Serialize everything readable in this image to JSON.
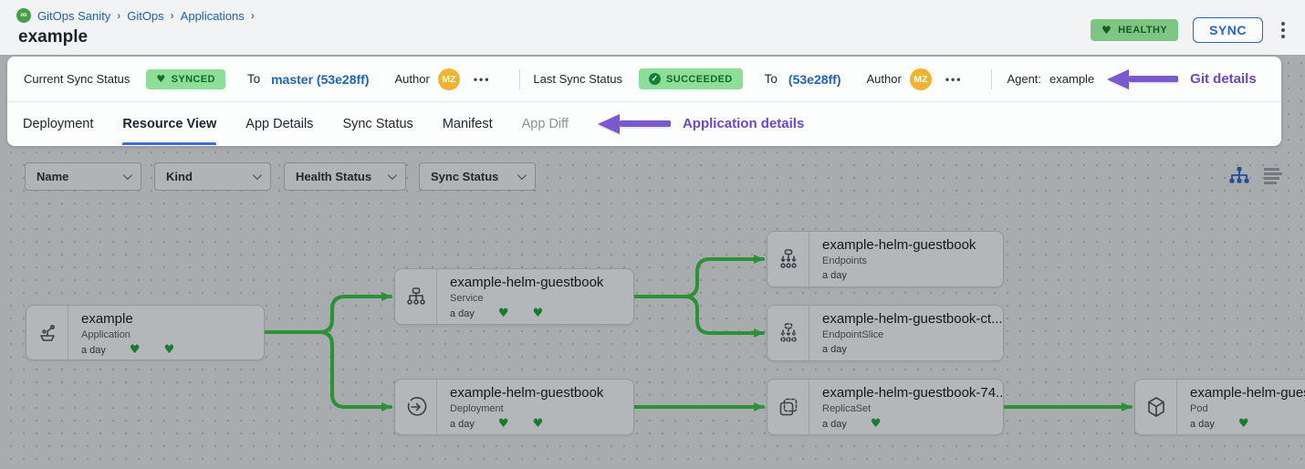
{
  "colors": {
    "link_blue": "#1d5fb5",
    "accent_blue": "#2a65c4",
    "tab_underline_blue": "#3d6fd2",
    "badge_green_bg": "#8edd98",
    "badge_green_text": "#0c6b26",
    "healthy_badge_bg": "#7cc582",
    "edge_green": "#2c9235",
    "heart_green": "#1a7a2e",
    "annotation_purple": "#6b47cf",
    "avatar_orange": "#f0b432",
    "canvas_gray": "#a9acae"
  },
  "breadcrumb": {
    "logo": "∞",
    "items": [
      {
        "label": "GitOps Sanity"
      },
      {
        "label": "GitOps"
      },
      {
        "label": "Applications"
      }
    ],
    "separator": "›"
  },
  "header": {
    "title": "example",
    "health_badge": "HEALTHY",
    "sync_button": "SYNC"
  },
  "status_bar": {
    "current": {
      "label": "Current Sync Status",
      "badge": "SYNCED",
      "to_label": "To",
      "target": "master (53e28ff)",
      "author_label": "Author",
      "author_initials": "MZ",
      "more": "•••"
    },
    "last": {
      "label": "Last Sync Status",
      "badge": "SUCCEEDED",
      "check": "✓",
      "to_label": "To",
      "target": "(53e28ff)",
      "author_label": "Author",
      "author_initials": "MZ",
      "more": "•••"
    },
    "agent_label": "Agent:",
    "agent_value": "example",
    "annotation": "Git details"
  },
  "tabs": {
    "items": [
      {
        "label": "Deployment",
        "active": false
      },
      {
        "label": "Resource View",
        "active": true
      },
      {
        "label": "App Details",
        "active": false
      },
      {
        "label": "Sync Status",
        "active": false
      },
      {
        "label": "Manifest",
        "active": false
      },
      {
        "label": "App Diff",
        "active": false,
        "muted": true
      }
    ],
    "annotation": "Application details"
  },
  "filters": {
    "dropdowns": [
      {
        "label": "Name"
      },
      {
        "label": "Kind"
      },
      {
        "label": "Health Status"
      },
      {
        "label": "Sync Status"
      }
    ],
    "view_toggles": [
      {
        "name": "tree-view",
        "active": true
      },
      {
        "name": "list-view",
        "active": false
      }
    ]
  },
  "graph": {
    "nodes": [
      {
        "title": "example",
        "kind": "Application",
        "age": "a day",
        "hearts": 2,
        "icon": "application-icon"
      },
      {
        "title": "example-helm-guestbook",
        "kind": "Service",
        "age": "a day",
        "hearts": 2,
        "icon": "service-icon"
      },
      {
        "title": "example-helm-guestbook",
        "kind": "Deployment",
        "age": "a day",
        "hearts": 2,
        "icon": "deployment-icon"
      },
      {
        "title": "example-helm-guestbook",
        "kind": "Endpoints",
        "age": "a day",
        "hearts": 0,
        "icon": "endpoints-icon"
      },
      {
        "title": "example-helm-guestbook-ct...",
        "kind": "EndpointSlice",
        "age": "a day",
        "hearts": 0,
        "icon": "endpointslice-icon"
      },
      {
        "title": "example-helm-guestbook-74...",
        "kind": "ReplicaSet",
        "age": "a day",
        "hearts": 1,
        "icon": "replicaset-icon"
      },
      {
        "title": "example-helm-guest",
        "kind": "Pod",
        "age": "a day",
        "hearts": 1,
        "icon": "pod-icon"
      }
    ],
    "edges": [
      {
        "from": "example (Application)",
        "to": "example-helm-guestbook (Service)"
      },
      {
        "from": "example (Application)",
        "to": "example-helm-guestbook (Deployment)"
      },
      {
        "from": "example-helm-guestbook (Service)",
        "to": "example-helm-guestbook (Endpoints)"
      },
      {
        "from": "example-helm-guestbook (Service)",
        "to": "example-helm-guestbook-ct... (EndpointSlice)"
      },
      {
        "from": "example-helm-guestbook (Deployment)",
        "to": "example-helm-guestbook-74... (ReplicaSet)"
      },
      {
        "from": "example-helm-guestbook-74... (ReplicaSet)",
        "to": "example-helm-guest (Pod)"
      }
    ]
  }
}
